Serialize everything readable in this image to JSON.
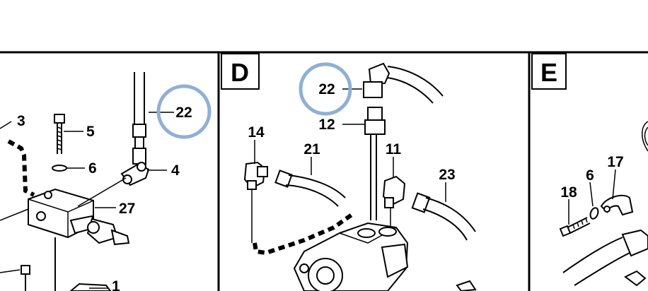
{
  "colors": {
    "ink": "#000000",
    "highlight": "#8fb0d4",
    "background": "#ffffff"
  },
  "panels": [
    {
      "letter": "",
      "labels": [
        "3",
        "5",
        "22",
        "6",
        "4",
        "27",
        "1"
      ]
    },
    {
      "letter": "D",
      "labels": [
        "22",
        "12",
        "14",
        "21",
        "11",
        "23"
      ]
    },
    {
      "letter": "E",
      "labels": [
        "17",
        "6",
        "18"
      ]
    }
  ],
  "callouts": [
    {
      "panel": 0,
      "label": "22"
    },
    {
      "panel": 1,
      "label": "22"
    }
  ]
}
